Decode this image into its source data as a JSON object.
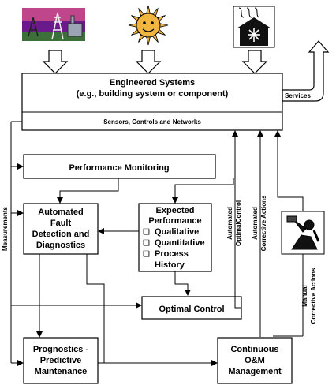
{
  "engineered_systems": {
    "title": "Engineered Systems",
    "subtitle": "(e.g., building system or component)",
    "sensors": "Sensors, Controls and Networks"
  },
  "services": "Services",
  "measurements": "Measurements",
  "performance_monitoring": "Performance Monitoring",
  "afdd": [
    "Automated",
    "Fault",
    "Detection and",
    "Diagnostics"
  ],
  "expected_performance": {
    "title_lines": [
      "Expected",
      "Performance"
    ],
    "items": [
      "Qualitative",
      "Quantitative",
      "Process",
      "History"
    ],
    "checkbox": "❑"
  },
  "optimal_control": "Optimal Control",
  "prognostics": [
    "Prognostics -",
    "Predictive",
    "Maintenance"
  ],
  "om_management": [
    "Continuous",
    "O&M",
    "Management"
  ],
  "vertical_labels": {
    "automated_optimal_control": [
      "Automated",
      "OptimalControl"
    ],
    "automated_corrective": [
      "Automated",
      "Corrective Actions"
    ],
    "manual_corrective": [
      "Manual",
      "Corrective Actions"
    ]
  },
  "icons": [
    "energy-supply-icon",
    "sun-icon",
    "climate-house-icon",
    "technician-icon"
  ],
  "colors": {
    "line": "#000000",
    "background": "#ffffff",
    "sky": "#6a1a8a",
    "sun": "#f2b640",
    "house": "#111111"
  }
}
